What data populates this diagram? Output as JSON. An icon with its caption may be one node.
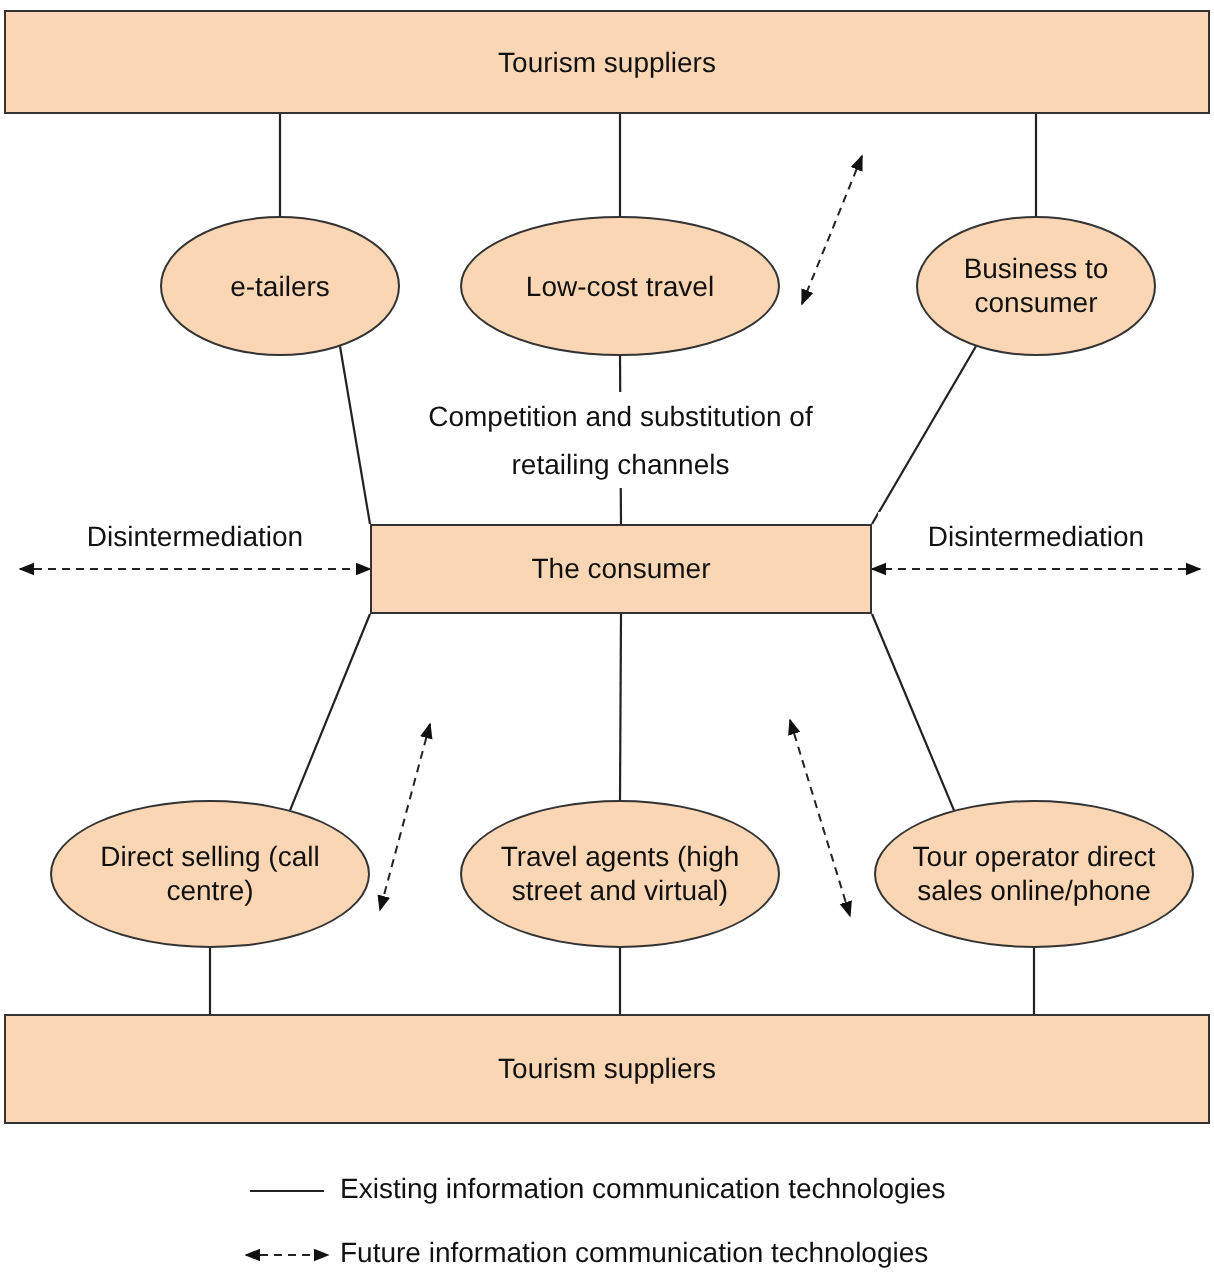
{
  "diagram": {
    "nodes": [
      {
        "text": [
          "Tourism suppliers"
        ]
      },
      {
        "text": [
          "e-tailers"
        ]
      },
      {
        "text": [
          "Low-cost travel"
        ]
      },
      {
        "text": [
          "Business to consumer"
        ]
      },
      {
        "text": [
          "The consumer"
        ]
      },
      {
        "text": [
          "Direct selling (call centre)"
        ]
      },
      {
        "text": [
          "Travel agents (high street and virtual)"
        ]
      },
      {
        "text": [
          "Tour operator direct sales online/phone"
        ]
      },
      {
        "text": [
          "Tourism suppliers"
        ]
      }
    ],
    "edges": [
      {
        "from": 0,
        "to": 1,
        "arrow": "none"
      },
      {
        "from": 0,
        "to": 2,
        "arrow": "none"
      },
      {
        "from": 0,
        "to": 3,
        "arrow": "none"
      },
      {
        "from": 1,
        "to": 4,
        "arrow": "none"
      },
      {
        "from": 2,
        "to": 4,
        "arrow": "none",
        "label": "Competition and substitution of retailing channels"
      },
      {
        "from": 3,
        "to": 4,
        "arrow": "none"
      },
      {
        "from": 4,
        "to": 5,
        "arrow": "none"
      },
      {
        "from": 4,
        "to": 6,
        "arrow": "none"
      },
      {
        "from": 4,
        "to": 7,
        "arrow": "none"
      },
      {
        "from": 5,
        "to": 8,
        "arrow": "none"
      },
      {
        "from": 6,
        "to": 8,
        "arrow": "none"
      },
      {
        "from": 7,
        "to": 8,
        "arrow": "none"
      },
      {
        "from": null,
        "to": 4,
        "arrow": "both",
        "style": "dashed",
        "label": "Disintermediation"
      },
      {
        "from": null,
        "to": 4,
        "arrow": "both",
        "style": "dashed",
        "label": "Disintermediation"
      }
    ],
    "legend": [
      {
        "text": "Existing information communication technologies"
      },
      {
        "text": "Future information communication technologies"
      }
    ]
  }
}
